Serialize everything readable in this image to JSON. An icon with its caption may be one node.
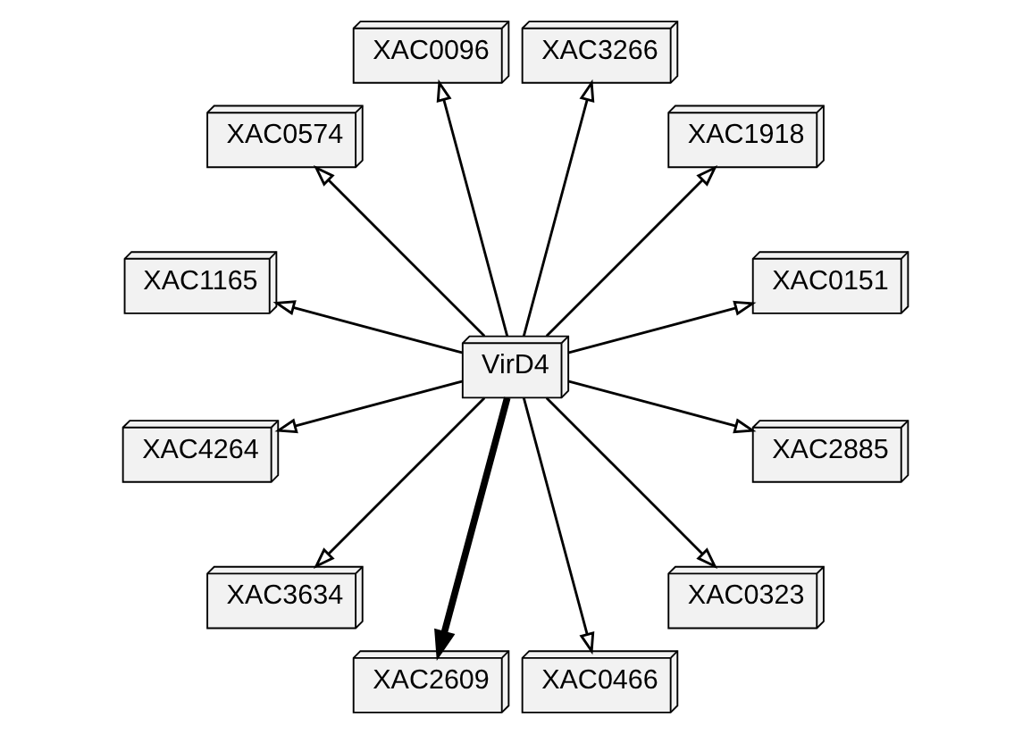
{
  "diagram": {
    "nodes": [
      {
        "text": [
          "VirD4"
        ]
      },
      {
        "text": [
          "XAC0151"
        ]
      },
      {
        "text": [
          "XAC1918"
        ]
      },
      {
        "text": [
          "XAC3266"
        ]
      },
      {
        "text": [
          "XAC0096"
        ]
      },
      {
        "text": [
          "XAC0574"
        ]
      },
      {
        "text": [
          "XAC1165"
        ]
      },
      {
        "text": [
          "XAC4264"
        ]
      },
      {
        "text": [
          "XAC3634"
        ]
      },
      {
        "text": [
          "XAC2609"
        ]
      },
      {
        "text": [
          "XAC0466"
        ]
      },
      {
        "text": [
          "XAC0323"
        ]
      },
      {
        "text": [
          "XAC2885"
        ]
      }
    ],
    "edges": [
      {
        "from": 0,
        "to": 1,
        "arrow": "to"
      },
      {
        "from": 0,
        "to": 2,
        "arrow": "to"
      },
      {
        "from": 0,
        "to": 3,
        "arrow": "to"
      },
      {
        "from": 0,
        "to": 4,
        "arrow": "to"
      },
      {
        "from": 0,
        "to": 5,
        "arrow": "to"
      },
      {
        "from": 0,
        "to": 6,
        "arrow": "to"
      },
      {
        "from": 0,
        "to": 7,
        "arrow": "to"
      },
      {
        "from": 0,
        "to": 8,
        "arrow": "to"
      },
      {
        "from": 0,
        "to": 9,
        "arrow": "to",
        "style": "thick"
      },
      {
        "from": 0,
        "to": 10,
        "arrow": "to"
      },
      {
        "from": 0,
        "to": 11,
        "arrow": "to"
      },
      {
        "from": 0,
        "to": 12,
        "arrow": "to"
      }
    ]
  }
}
